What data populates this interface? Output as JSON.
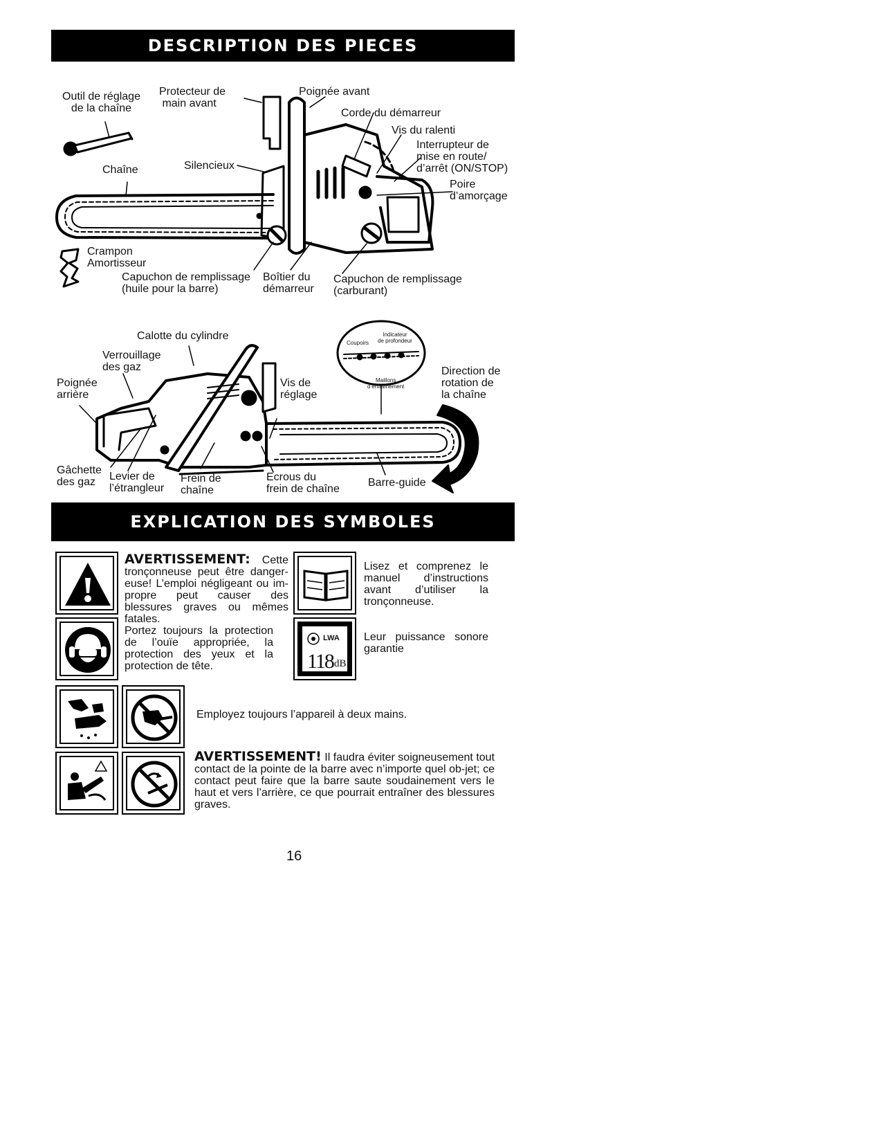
{
  "sections": {
    "parts_title": "DESCRIPTION DES PIECES",
    "symbols_title": "EXPLICATION DES SYMBOLES"
  },
  "fig1": {
    "outil": "Outil de réglage\nde la chaîne",
    "protecteur": "Protecteur de\n main avant",
    "poignee_avant": "Poignée avant",
    "corde": "Corde du démarreur",
    "vis_ralenti": "Vis du ralenti",
    "interrupteur": "Interrupteur de\nmise en route/\nd’arrêt (ON/STOP)",
    "poire": "Poire\nd’amorçage",
    "chaine": "Chaîne",
    "silencieux": "Silencieux",
    "crampon": "Crampon\nAmortisseur",
    "capuchon_huile": "Capuchon de remplissage\n(huile pour la barre)",
    "boitier": "Boîtier du\ndémarreur",
    "capuchon_carburant": "Capuchon de remplissage\n(carburant)"
  },
  "fig2": {
    "calotte": "Calotte du cylindre",
    "verrouillage": "Verrouillage\ndes gaz",
    "poignee_arriere": "Poignée\narrière",
    "vis_reglage": "Vis de\nréglage",
    "direction": "Direction de\nrotation de\nla chaîne",
    "gachette": "Gâchette\ndes gaz",
    "levier": "Levier de\nl’étrangleur",
    "frein": "Frein de\nchaîne",
    "ecrous": "Ecrous du\nfrein de chaîne",
    "barre": "Barre-guide",
    "inset_coupoirs": "Coupoirs",
    "inset_indicateur": "Indicateur\nde profondeur",
    "inset_maillons": "Maillons\nd’entraînement"
  },
  "symbols": {
    "warn1_title": "AVERTISSEMENT:",
    "warn1_rest": " Cette tronçonneuse peut être danger-euse! L’emploi négligeant ou im-propre peut causer des blessures graves ou mêmes fatales.",
    "manual": "Lisez et comprenez le manuel d’instructions avant d’utiliser la tronçonneuse.",
    "protection": "Portez toujours la protection de l’ouïe appropriée, la protection des yeux et la protection de tête.",
    "sound": "Leur puissance sonore garantie",
    "sound_lwa": "LWA",
    "sound_value": "118",
    "sound_unit": "dB",
    "two_hands": "Employez toujours l’appareil à deux mains.",
    "warn2_title": "AVERTISSEMENT!",
    "warn2_rest": "  Il faudra éviter soigneusement tout contact de la pointe de la barre avec n’importe quel ob-jet; ce contact peut faire que la barre saute soudainement vers le haut et vers l’arrière, ce que pourrait entraîner des blessures graves."
  },
  "page_number": "16"
}
